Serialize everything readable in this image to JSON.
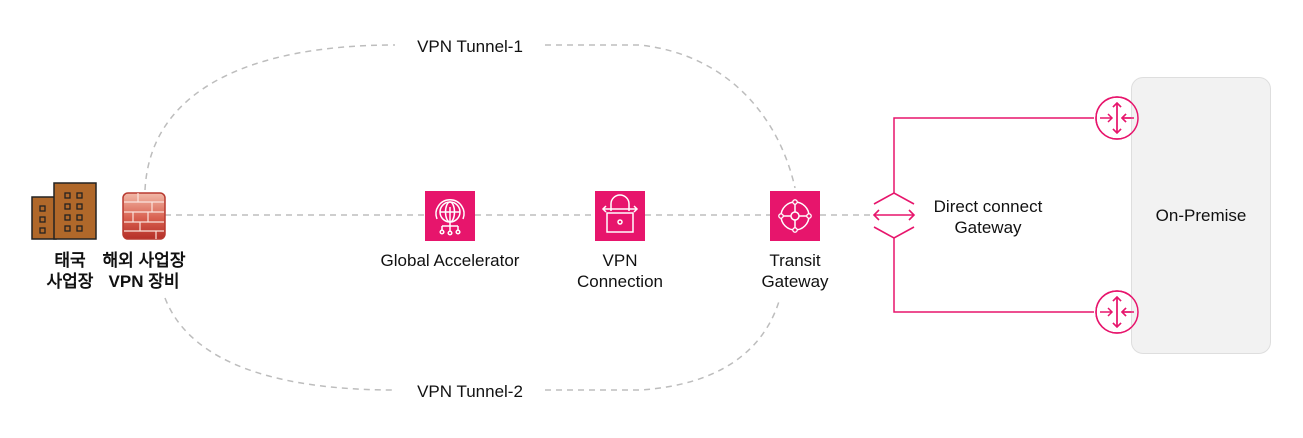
{
  "colors": {
    "accent": "#e7156c",
    "tunnel_line": "#bdbdbd",
    "building": "#b0682a",
    "firewall": "#c9453c",
    "onprem_bg": "#f2f2f2"
  },
  "tunnels": [
    {
      "label": "VPN Tunnel-1"
    },
    {
      "label": "VPN Tunnel-2"
    }
  ],
  "nodes": {
    "site": {
      "icon": "building-icon",
      "label_line1": "태국",
      "label_line2": "사업장"
    },
    "vpn_device": {
      "icon": "firewall-icon",
      "label_line1": "해외 사업장",
      "label_line2": "VPN 장비"
    },
    "global_accelerator": {
      "icon": "global-accelerator-icon",
      "label": "Global Accelerator"
    },
    "vpn_connection": {
      "icon": "vpn-connection-icon",
      "label_line1": "VPN",
      "label_line2": "Connection"
    },
    "transit_gateway": {
      "icon": "transit-gateway-icon",
      "label_line1": "Transit",
      "label_line2": "Gateway"
    },
    "direct_connect": {
      "icon": "direct-connect-gateway-icon",
      "label_line1": "Direct connect",
      "label_line2": "Gateway"
    },
    "routers": [
      {
        "icon": "router-icon"
      },
      {
        "icon": "router-icon"
      }
    ],
    "on_premise": {
      "label": "On-Premise"
    }
  }
}
